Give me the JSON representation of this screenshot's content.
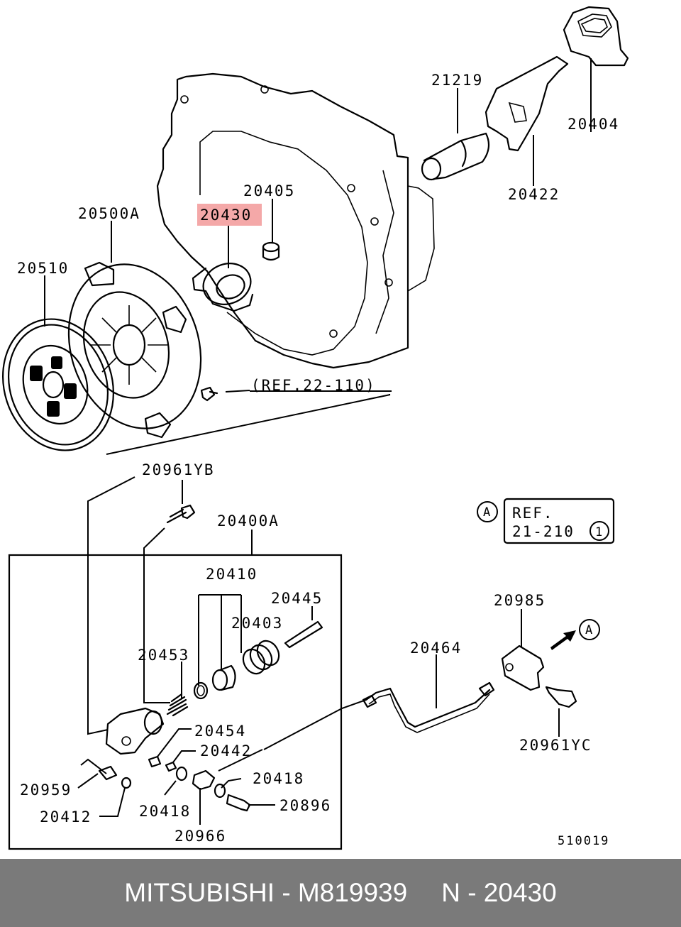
{
  "labels": {
    "p20404": "20404",
    "p21219": "21219",
    "p20422": "20422",
    "p20405": "20405",
    "p20430": "20430",
    "p20500A": "20500A",
    "p20510": "20510",
    "ref22110": "(REF.22-110)",
    "p20961YB": "20961YB",
    "p20400A": "20400A",
    "p20410": "20410",
    "p20445": "20445",
    "p20403": "20403",
    "p20453": "20453",
    "p20454": "20454",
    "p20442": "20442",
    "p20418a": "20418",
    "p20418b": "20418",
    "p20959": "20959",
    "p20412": "20412",
    "p20966": "20966",
    "p20896": "20896",
    "p20464": "20464",
    "p20985": "20985",
    "p20961YC": "20961YC",
    "refA_line1": "REF.",
    "refA_line2": "21-210",
    "refA_circle": "1",
    "markerA1": "A",
    "markerA2": "A",
    "diagramNo": "510019"
  },
  "footer": {
    "brand_part": "MITSUBISHI - M819939",
    "ref": "N - 20430"
  },
  "colors": {
    "highlight": "#f4a8a8",
    "footer_bg": "#7a7a7a"
  }
}
